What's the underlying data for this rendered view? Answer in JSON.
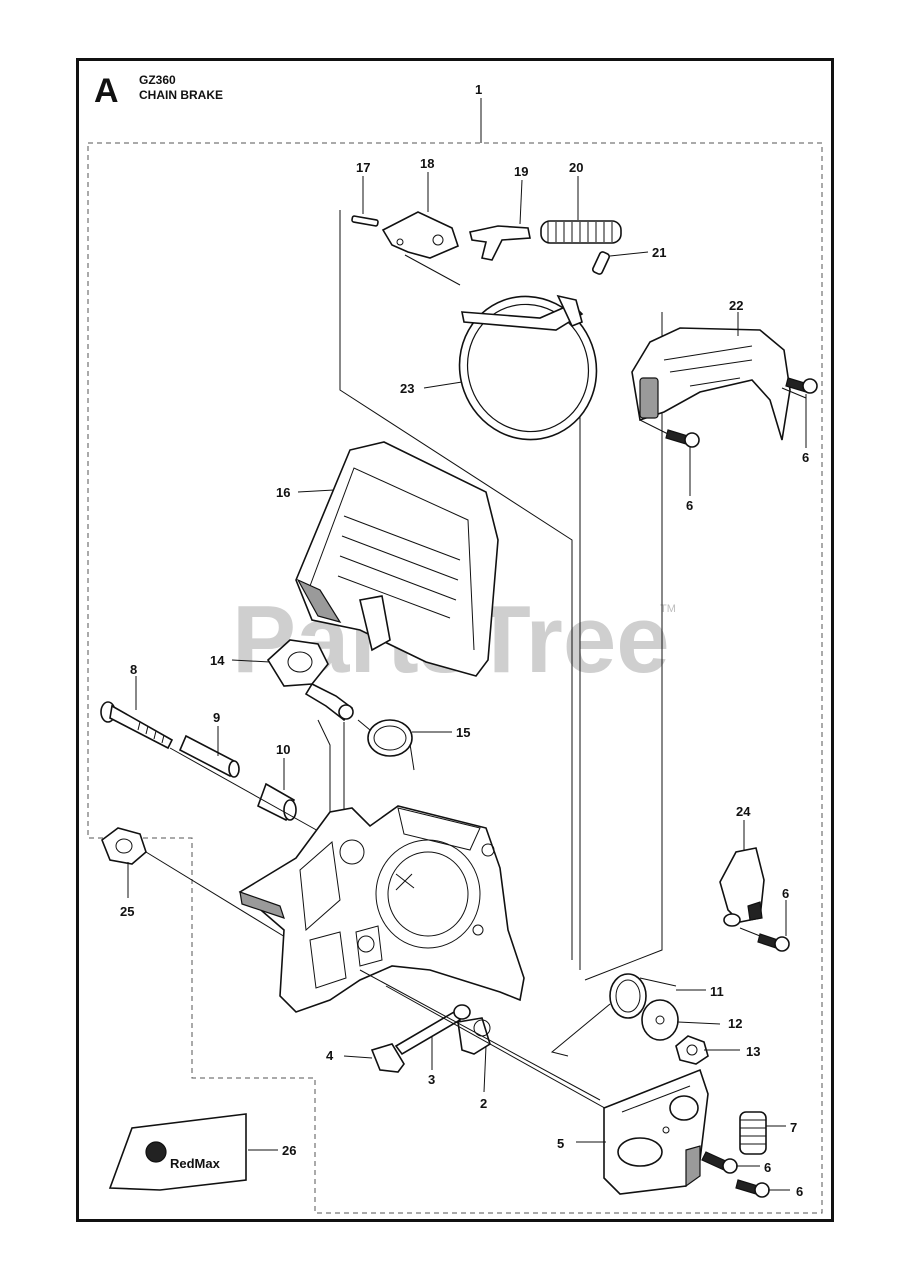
{
  "header": {
    "sheet_letter": "A",
    "model": "GZ360",
    "section": "CHAIN BRAKE"
  },
  "watermark": {
    "text": "PartsTree",
    "trademark": "TM"
  },
  "logo": {
    "text": "RedMax"
  },
  "callouts": [
    {
      "id": "c1",
      "label": "1"
    },
    {
      "id": "c2",
      "label": "2"
    },
    {
      "id": "c3",
      "label": "3"
    },
    {
      "id": "c4",
      "label": "4"
    },
    {
      "id": "c5",
      "label": "5"
    },
    {
      "id": "c6a",
      "label": "6"
    },
    {
      "id": "c6b",
      "label": "6"
    },
    {
      "id": "c6c",
      "label": "6"
    },
    {
      "id": "c6d",
      "label": "6"
    },
    {
      "id": "c6e",
      "label": "6"
    },
    {
      "id": "c7",
      "label": "7"
    },
    {
      "id": "c8",
      "label": "8"
    },
    {
      "id": "c9",
      "label": "9"
    },
    {
      "id": "c10",
      "label": "10"
    },
    {
      "id": "c11",
      "label": "11"
    },
    {
      "id": "c12",
      "label": "12"
    },
    {
      "id": "c13",
      "label": "13"
    },
    {
      "id": "c14",
      "label": "14"
    },
    {
      "id": "c15",
      "label": "15"
    },
    {
      "id": "c16",
      "label": "16"
    },
    {
      "id": "c17",
      "label": "17"
    },
    {
      "id": "c18",
      "label": "18"
    },
    {
      "id": "c19",
      "label": "19"
    },
    {
      "id": "c20",
      "label": "20"
    },
    {
      "id": "c21",
      "label": "21"
    },
    {
      "id": "c22",
      "label": "22"
    },
    {
      "id": "c23",
      "label": "23"
    },
    {
      "id": "c24",
      "label": "24"
    },
    {
      "id": "c25",
      "label": "25"
    },
    {
      "id": "c26",
      "label": "26"
    }
  ]
}
